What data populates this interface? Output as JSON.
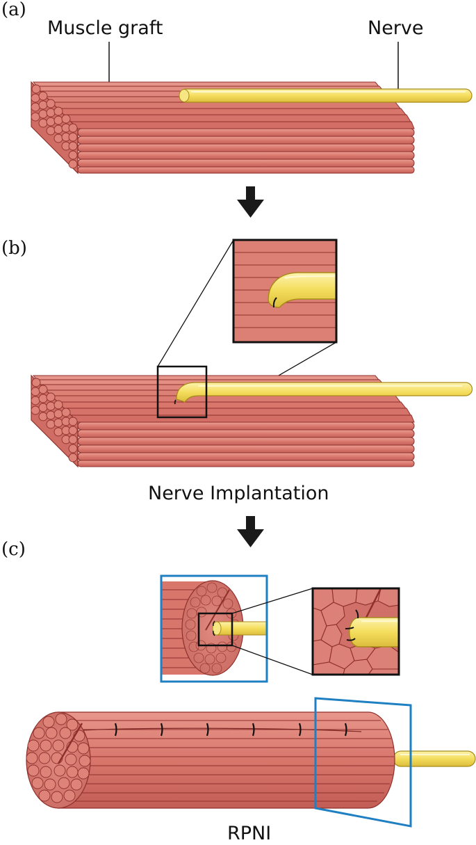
{
  "panels": {
    "a": {
      "label": "(a)",
      "muscle_label": "Muscle graft",
      "nerve_label": "Nerve"
    },
    "b": {
      "label": "(b)",
      "caption": "Nerve Implantation"
    },
    "c": {
      "label": "(c)",
      "caption": "RPNI"
    }
  },
  "colors": {
    "muscle_fill": "#d8766c",
    "muscle_light": "#e89a8f",
    "muscle_stroke": "#8e2f2b",
    "nerve_fill": "#f2dc5d",
    "nerve_light": "#fbf1a8",
    "nerve_stroke": "#a88a18",
    "inset_frame": "#000000",
    "view_frame": "#1e7fc2",
    "arrow": "#1a1a1a"
  }
}
